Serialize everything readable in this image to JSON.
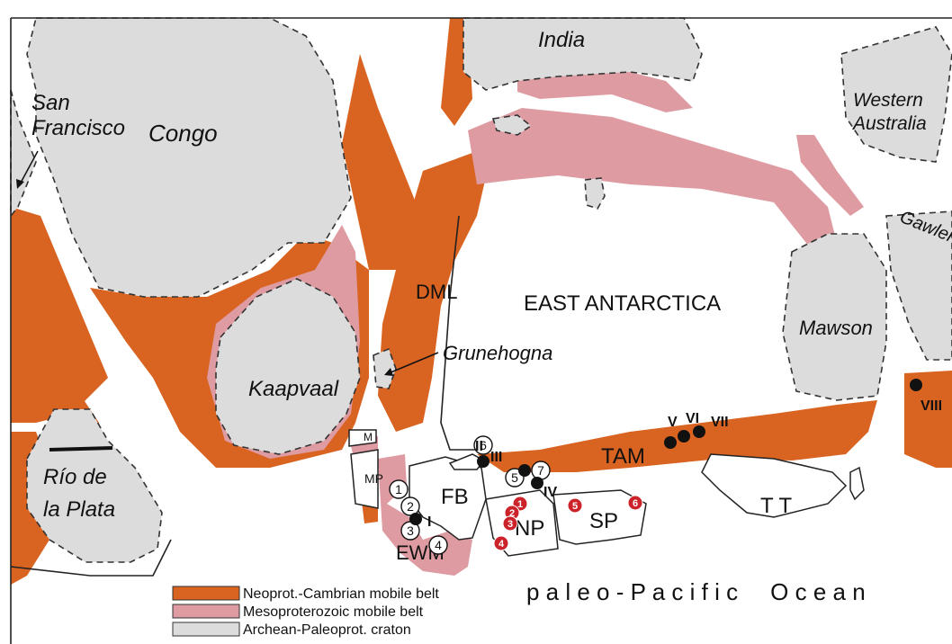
{
  "labels": {
    "india": "India",
    "western_australia": "Western\nAustralia",
    "san_francisco": "San\nFrancisco",
    "congo": "Congo",
    "gawler": "Gawler",
    "dml": "DML",
    "east_antarctica": "EAST ANTARCTICA",
    "mawson": "Mawson",
    "grunehogna": "Grunehogna",
    "kaapvaal": "Kaapvaal",
    "rio_de_la_plata": "Río de\nla Plata",
    "m": "M",
    "mp": "MP",
    "fb": "FB",
    "ewm": "EWM",
    "np": "NP",
    "sp": "SP",
    "tam": "TAM",
    "tt": "T T",
    "ocean": "p a l e o - P a c i f i c     O c e a n"
  },
  "legend": [
    {
      "label": "Neoprot.-Cambrian mobile belt",
      "color": "#d96320"
    },
    {
      "label": "Mesoproterozoic mobile belt",
      "color": "#de9ba2"
    },
    {
      "label": "Archean-Paleoprot. craton",
      "color": "#dcdcdc"
    }
  ],
  "colors": {
    "neoprot_belt": "#d96320",
    "meso_belt": "#de9ba2",
    "craton": "#dcdcdc",
    "red_marker": "#cc2229",
    "black_marker": "#111111"
  },
  "markers": {
    "open": [
      "1",
      "2",
      "3",
      "4",
      "5",
      "6",
      "7"
    ],
    "red": [
      "1",
      "2",
      "3",
      "4",
      "5",
      "6"
    ],
    "roman": [
      "I",
      "II",
      "III",
      "IV",
      "V",
      "VI",
      "VII",
      "VIII"
    ]
  }
}
